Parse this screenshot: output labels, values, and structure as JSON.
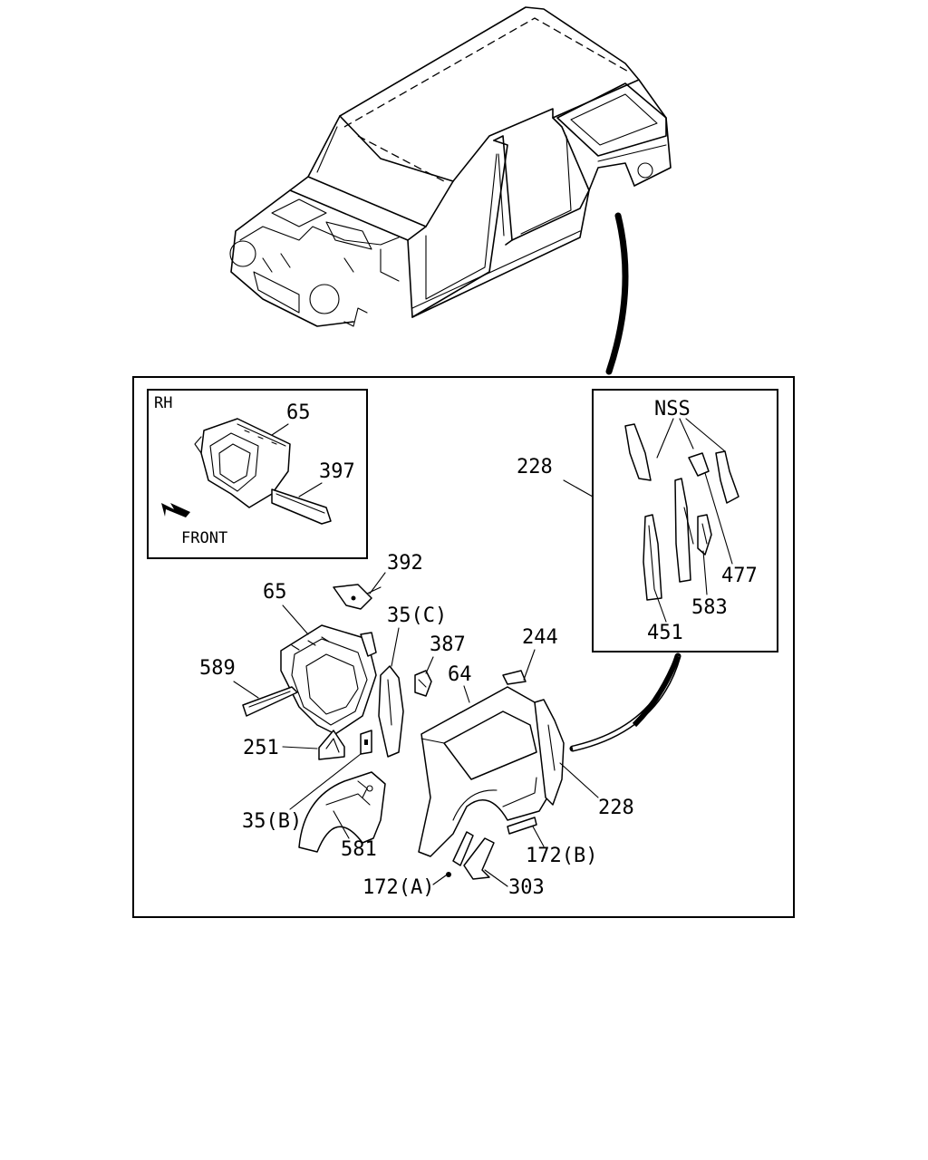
{
  "inset_rh": {
    "title": "RH",
    "front": "FRONT",
    "part_a": "65",
    "part_b": "397"
  },
  "inset_nss": {
    "title": "NSS",
    "parts": [
      "228",
      "477",
      "583",
      "451"
    ]
  },
  "callouts": {
    "c392": "392",
    "c65": "65",
    "c35c": "35(C)",
    "c387": "387",
    "c64": "64",
    "c244": "244",
    "c589": "589",
    "c251": "251",
    "c35b": "35(B)",
    "c581": "581",
    "c172a": "172(A)",
    "c303": "303",
    "c172b": "172(B)",
    "c228": "228"
  }
}
